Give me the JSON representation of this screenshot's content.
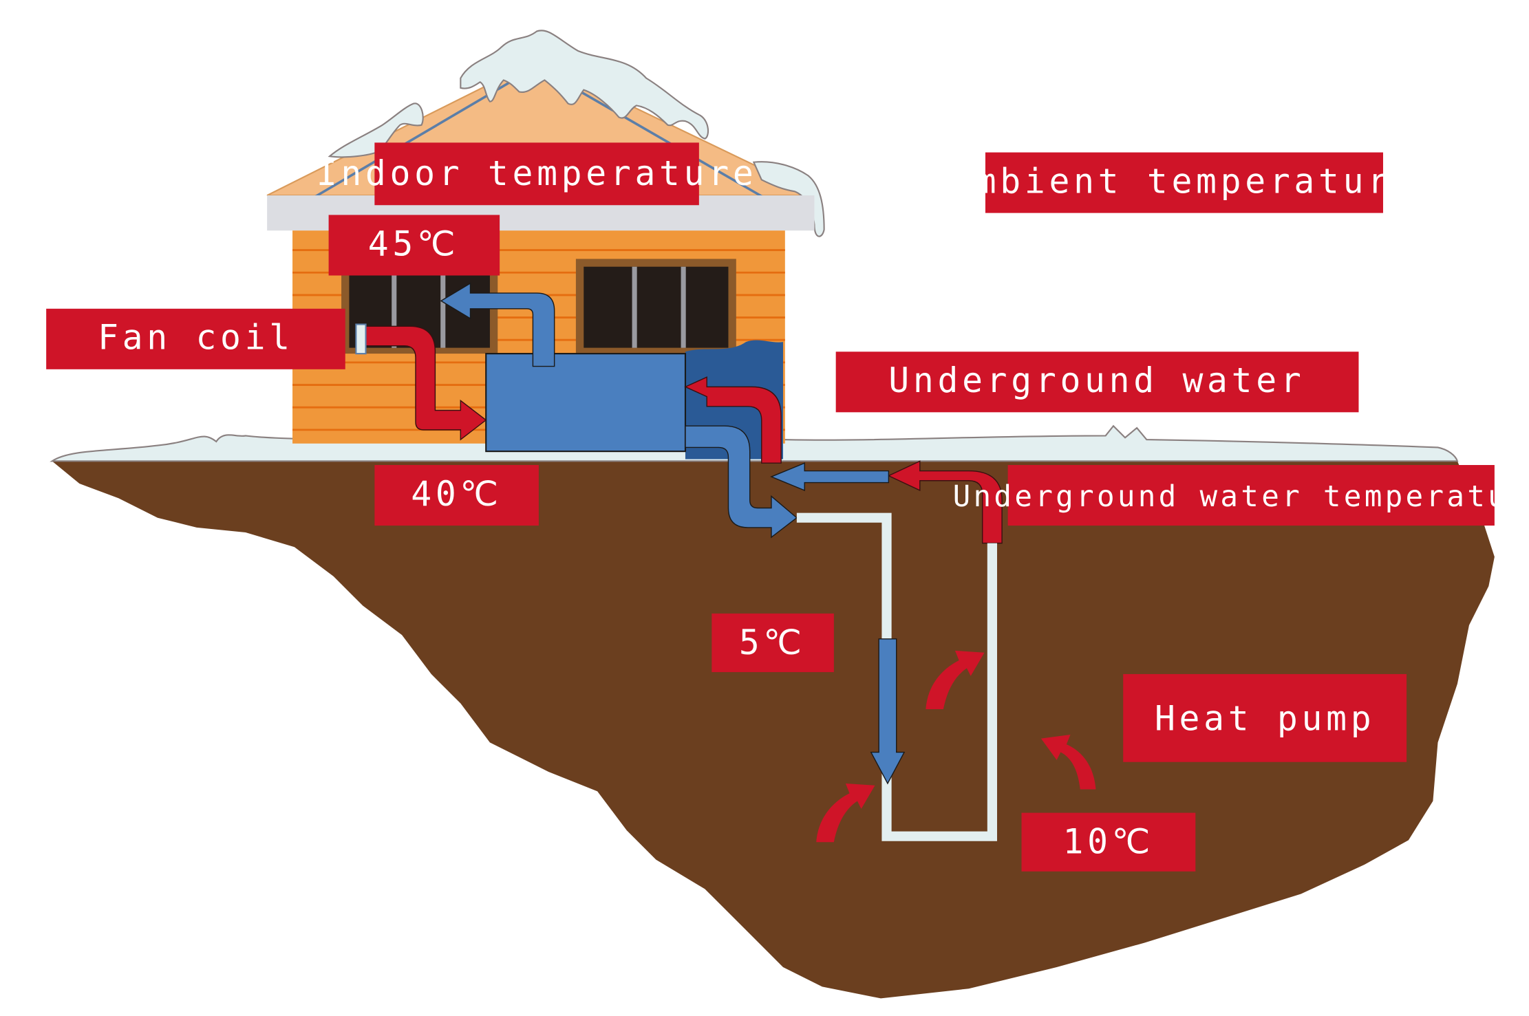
{
  "labels": {
    "indoor_temperature": "Indoor temperature",
    "ambient_temperature": "Ambient temperature",
    "fan_coil": "Fan coil",
    "underground_water": "Underground water",
    "underground_water_temperature": "Underground water temperature",
    "heat_pump": "Heat pump"
  },
  "temperatures": {
    "supply": "45℃",
    "return": "40℃",
    "well_out": "5℃",
    "well_in": "10℃"
  },
  "colors": {
    "label_bg": "#cf1428",
    "hot_pipe": "#cf1428",
    "cold_pipe": "#4a7fbf",
    "soil": "#6b3f1f",
    "snow": "#e3eff0",
    "house_wall": "#f0973a",
    "roof": "#f4bb84"
  }
}
